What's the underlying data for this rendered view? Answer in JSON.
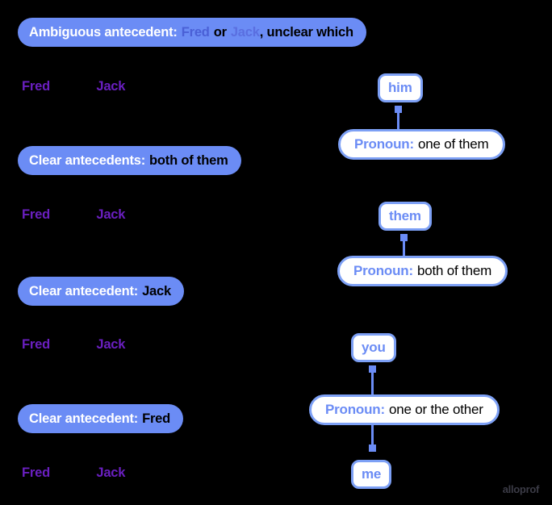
{
  "background_color": "#000000",
  "theme": {
    "banner_bg": "#6b8cf5",
    "banner_label_color": "#ffffff",
    "banner_value_color": "#000000",
    "name_color": "#6a1fc0",
    "chip_border": "#7da0f5",
    "chip_text": "#6b8cf5",
    "pill_label_color": "#6b8cf5",
    "pill_value_color": "#000000",
    "connector_color": "#6b8cf5",
    "inline_name_a_color": "#4a60d6",
    "inline_name_b_color": "#5a6fe0"
  },
  "sections": [
    {
      "banner": {
        "label": "Ambiguous antecedent:",
        "name_a": "Fred",
        "conjunction": "or",
        "name_b": "Jack",
        "tail": ", unclear which"
      },
      "names": {
        "first": "Fred",
        "second": "Jack"
      },
      "chip_top": "him",
      "pill": {
        "label": "Pronoun:",
        "value": "one of them"
      },
      "chip_bottom": null
    },
    {
      "banner": {
        "label": "Clear antecedents:",
        "value": "both of them"
      },
      "names": {
        "first": "Fred",
        "second": "Jack"
      },
      "chip_top": "them",
      "pill": {
        "label": "Pronoun:",
        "value": "both of them"
      },
      "chip_bottom": null
    },
    {
      "banner": {
        "label": "Clear antecedent:",
        "value": "Jack"
      },
      "names": {
        "first": "Fred",
        "second": "Jack"
      },
      "chip_top": "you",
      "pill": {
        "label": "Pronoun:",
        "value": "one or the other"
      },
      "chip_bottom": "me"
    },
    {
      "banner": {
        "label": "Clear antecedent:",
        "value": "Fred"
      },
      "names": {
        "first": "Fred",
        "second": "Jack"
      }
    }
  ],
  "watermark": "alloprof"
}
